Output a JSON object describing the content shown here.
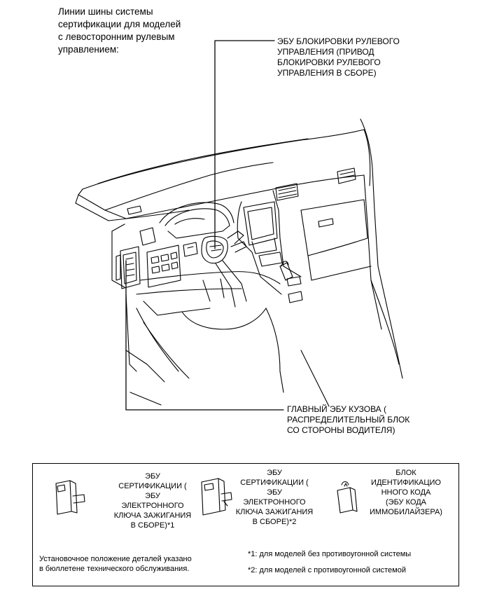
{
  "title_text": "Линии шины системы\nсертификации для моделей\nс левосторонним рулевым\nуправлением:",
  "labels": {
    "steering_lock": "ЭБУ БЛОКИРОВКИ РУЛЕВОГО\nУПРАВЛЕНИЯ (ПРИВОД\nБЛОКИРОВКИ РУЛЕВОГО\nУПРАВЛЕНИЯ В СБОРЕ)",
    "main_body": "ГЛАВНЫЙ ЭБУ КУЗОВА (\nРАСПРЕДЕЛИТЕЛЬНЫЙ БЛОК\nСО СТОРОНЫ ВОДИТЕЛЯ)"
  },
  "legend": {
    "item1": "ЭБУ\nСЕРТИФИКАЦИИ (\nЭБУ\nЭЛЕКТРОННОГО\nКЛЮЧА ЗАЖИГАНИЯ\nВ СБОРЕ)*1",
    "item2": "ЭБУ\nСЕРТИФИКАЦИИ (\nЭБУ\nЭЛЕКТРОННОГО\nКЛЮЧА ЗАЖИГАНИЯ\nВ СБОРЕ)*2",
    "item3": "БЛОК\nИДЕНТИФИКАЦИО\nННОГО КОДА\n(ЭБУ КОДА\nИММОБИЛАЙЗЕРА)",
    "note_left": "Установочное положение деталей указано\nв бюллетене технического обслуживания.",
    "note1": "*1: для моделей без противоугонной системы",
    "note2": "*2: для моделей с противоугонной системой"
  }
}
